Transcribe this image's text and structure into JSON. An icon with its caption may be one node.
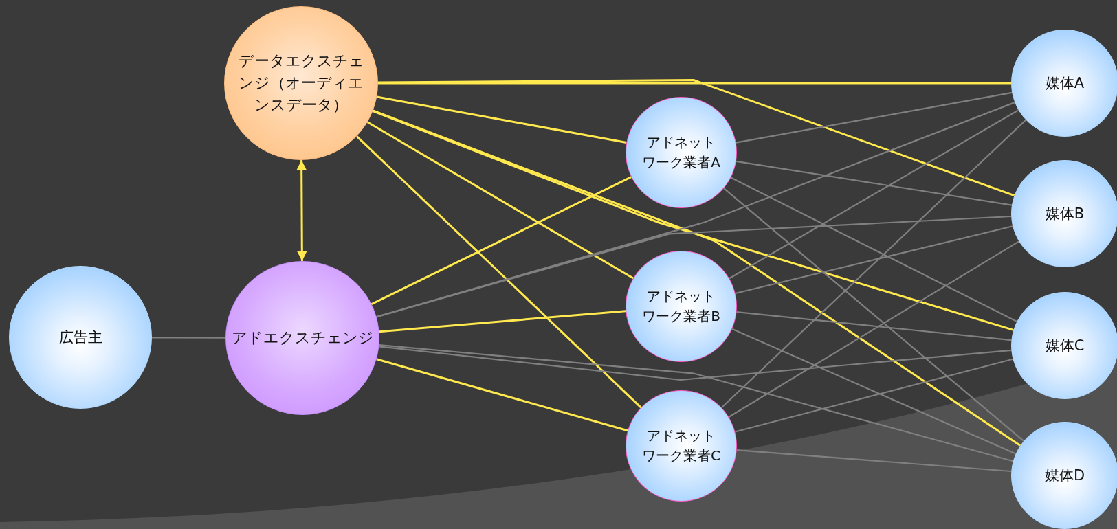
{
  "diagram": {
    "nodes": [
      {
        "text": [
          "広告主"
        ]
      },
      {
        "text": [
          "データエクスチェンジ（オーディエンスデータ）"
        ]
      },
      {
        "text": [
          "アドエクスチェンジ"
        ]
      },
      {
        "text": [
          "アドネットワーク業者A"
        ]
      },
      {
        "text": [
          "アドネットワーク業者B"
        ]
      },
      {
        "text": [
          "アドネットワーク業者C"
        ]
      },
      {
        "text": [
          "媒体A"
        ]
      },
      {
        "text": [
          "媒体B"
        ]
      },
      {
        "text": [
          "媒体C"
        ]
      },
      {
        "text": [
          "媒体D"
        ]
      }
    ],
    "edges": [
      {
        "from": 0,
        "to": 2,
        "arrow": "none"
      },
      {
        "from": 1,
        "to": 2,
        "arrow": "both",
        "color": "#ffe94f"
      },
      {
        "from": 1,
        "to": 6,
        "arrow": "none",
        "color": "#ffe94f"
      },
      {
        "from": 1,
        "to": 7,
        "arrow": "none",
        "color": "#ffe94f"
      },
      {
        "from": 1,
        "to": 3,
        "arrow": "none",
        "color": "#ffe94f"
      },
      {
        "from": 1,
        "to": 8,
        "arrow": "none",
        "color": "#ffe94f"
      },
      {
        "from": 1,
        "to": 9,
        "arrow": "none",
        "color": "#ffe94f"
      },
      {
        "from": 1,
        "to": 4,
        "arrow": "none",
        "color": "#ffe94f"
      },
      {
        "from": 1,
        "to": 5,
        "arrow": "none",
        "color": "#ffe94f"
      },
      {
        "from": 2,
        "to": 3,
        "arrow": "none",
        "color": "#ffe94f"
      },
      {
        "from": 2,
        "to": 4,
        "arrow": "none",
        "color": "#ffe94f"
      },
      {
        "from": 2,
        "to": 5,
        "arrow": "none",
        "color": "#ffe94f"
      },
      {
        "from": 2,
        "to": 6,
        "arrow": "none"
      },
      {
        "from": 2,
        "to": 7,
        "arrow": "none"
      },
      {
        "from": 2,
        "to": 8,
        "arrow": "none"
      },
      {
        "from": 2,
        "to": 9,
        "arrow": "none"
      },
      {
        "from": 3,
        "to": 6,
        "arrow": "none"
      },
      {
        "from": 3,
        "to": 7,
        "arrow": "none"
      },
      {
        "from": 3,
        "to": 8,
        "arrow": "none"
      },
      {
        "from": 3,
        "to": 9,
        "arrow": "none"
      },
      {
        "from": 4,
        "to": 6,
        "arrow": "none"
      },
      {
        "from": 4,
        "to": 7,
        "arrow": "none"
      },
      {
        "from": 4,
        "to": 8,
        "arrow": "none"
      },
      {
        "from": 4,
        "to": 9,
        "arrow": "none"
      },
      {
        "from": 5,
        "to": 6,
        "arrow": "none"
      },
      {
        "from": 5,
        "to": 7,
        "arrow": "none"
      },
      {
        "from": 5,
        "to": 8,
        "arrow": "none"
      },
      {
        "from": 5,
        "to": 9,
        "arrow": "none"
      }
    ]
  }
}
